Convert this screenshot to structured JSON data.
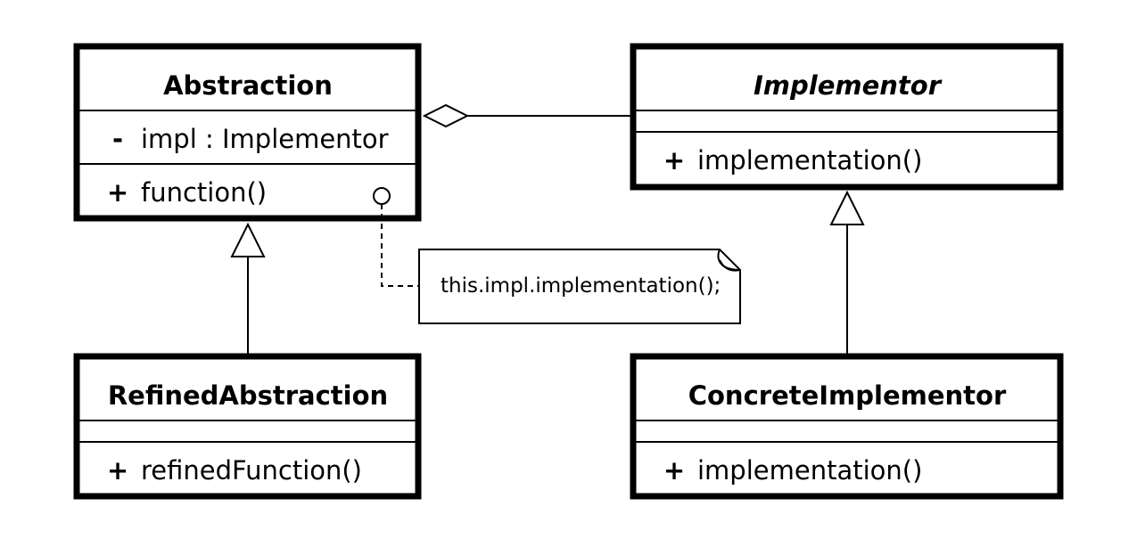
{
  "classes": {
    "abstraction": {
      "name": "Abstraction",
      "attributes": [
        {
          "visibility": "-",
          "text": "impl : Implementor"
        }
      ],
      "operations": [
        {
          "visibility": "+",
          "text": "function()"
        }
      ]
    },
    "implementor": {
      "name": "Implementor",
      "abstract": true,
      "operations": [
        {
          "visibility": "+",
          "text": "implementation()"
        }
      ]
    },
    "refined_abstraction": {
      "name": "RefinedAbstraction",
      "operations": [
        {
          "visibility": "+",
          "text": "refinedFunction()"
        }
      ]
    },
    "concrete_implementor": {
      "name": "ConcreteImplementor",
      "operations": [
        {
          "visibility": "+",
          "text": "implementation()"
        }
      ]
    }
  },
  "note": {
    "text": "this.impl.implementation();"
  },
  "relationships": [
    {
      "type": "aggregation",
      "from": "Abstraction",
      "to": "Implementor"
    },
    {
      "type": "generalization",
      "from": "RefinedAbstraction",
      "to": "Abstraction"
    },
    {
      "type": "generalization",
      "from": "ConcreteImplementor",
      "to": "Implementor"
    },
    {
      "type": "note-anchor",
      "from": "note",
      "to": "Abstraction.function()"
    }
  ]
}
